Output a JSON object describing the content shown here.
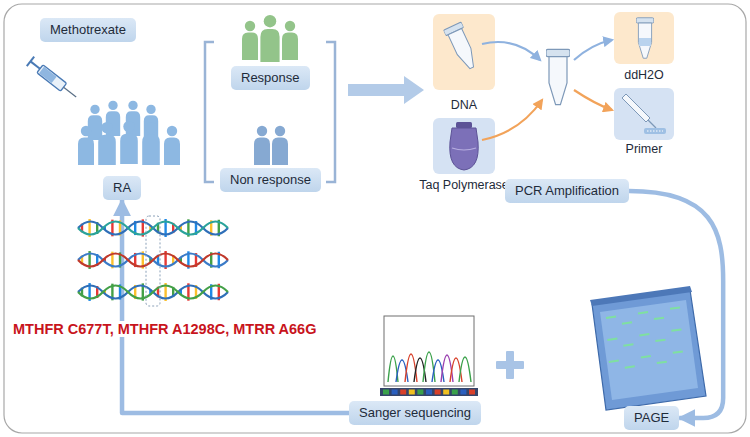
{
  "diagram": {
    "nodes": [
      {
        "text": [
          "Methotrexate"
        ]
      },
      {
        "text": [
          "Response"
        ]
      },
      {
        "text": [
          "RA"
        ]
      },
      {
        "text": [
          "Non response"
        ]
      },
      {
        "text": [
          "DNA"
        ]
      },
      {
        "text": [
          "ddH2O"
        ]
      },
      {
        "text": [
          "Taq Polymerase"
        ]
      },
      {
        "text": [
          "Primer"
        ]
      },
      {
        "text": [
          "PCR Amplification"
        ]
      },
      {
        "text": [
          "Sanger sequencing"
        ]
      },
      {
        "text": [
          "PAGE"
        ]
      }
    ],
    "edges": [
      {
        "from": 8,
        "to": 10,
        "arrow": "to"
      },
      {
        "from": 9,
        "to": 2,
        "arrow": "to"
      }
    ],
    "labels": [
      "MTHFR C677T, MTHFR A1298C, MTRR A66G"
    ]
  }
}
